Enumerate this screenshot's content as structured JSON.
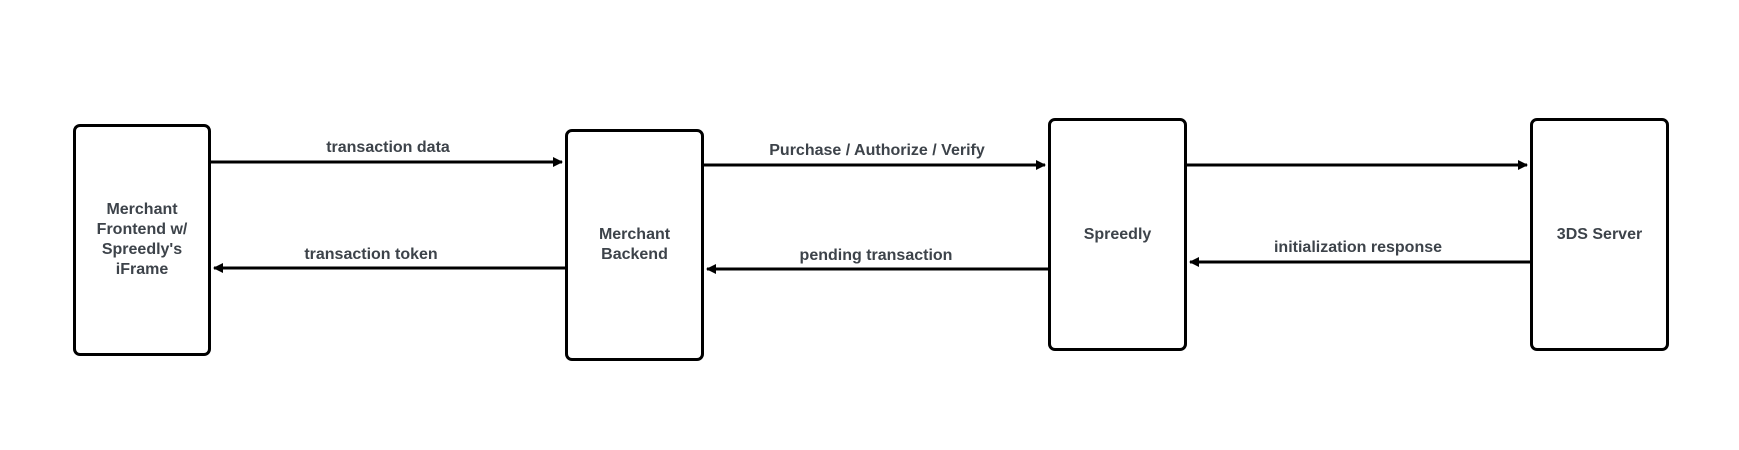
{
  "nodes": {
    "frontend": "Merchant\nFrontend w/\nSpreedly's\niFrame",
    "backend": "Merchant\nBackend",
    "spreedly": "Spreedly",
    "threeds": "3DS Server"
  },
  "edges": {
    "transaction_data": "transaction data",
    "transaction_token": "transaction token",
    "purchase": "Purchase / Authorize / Verify",
    "pending": "pending transaction",
    "spreedly_to_3ds": "",
    "init_response": "initialization response"
  }
}
